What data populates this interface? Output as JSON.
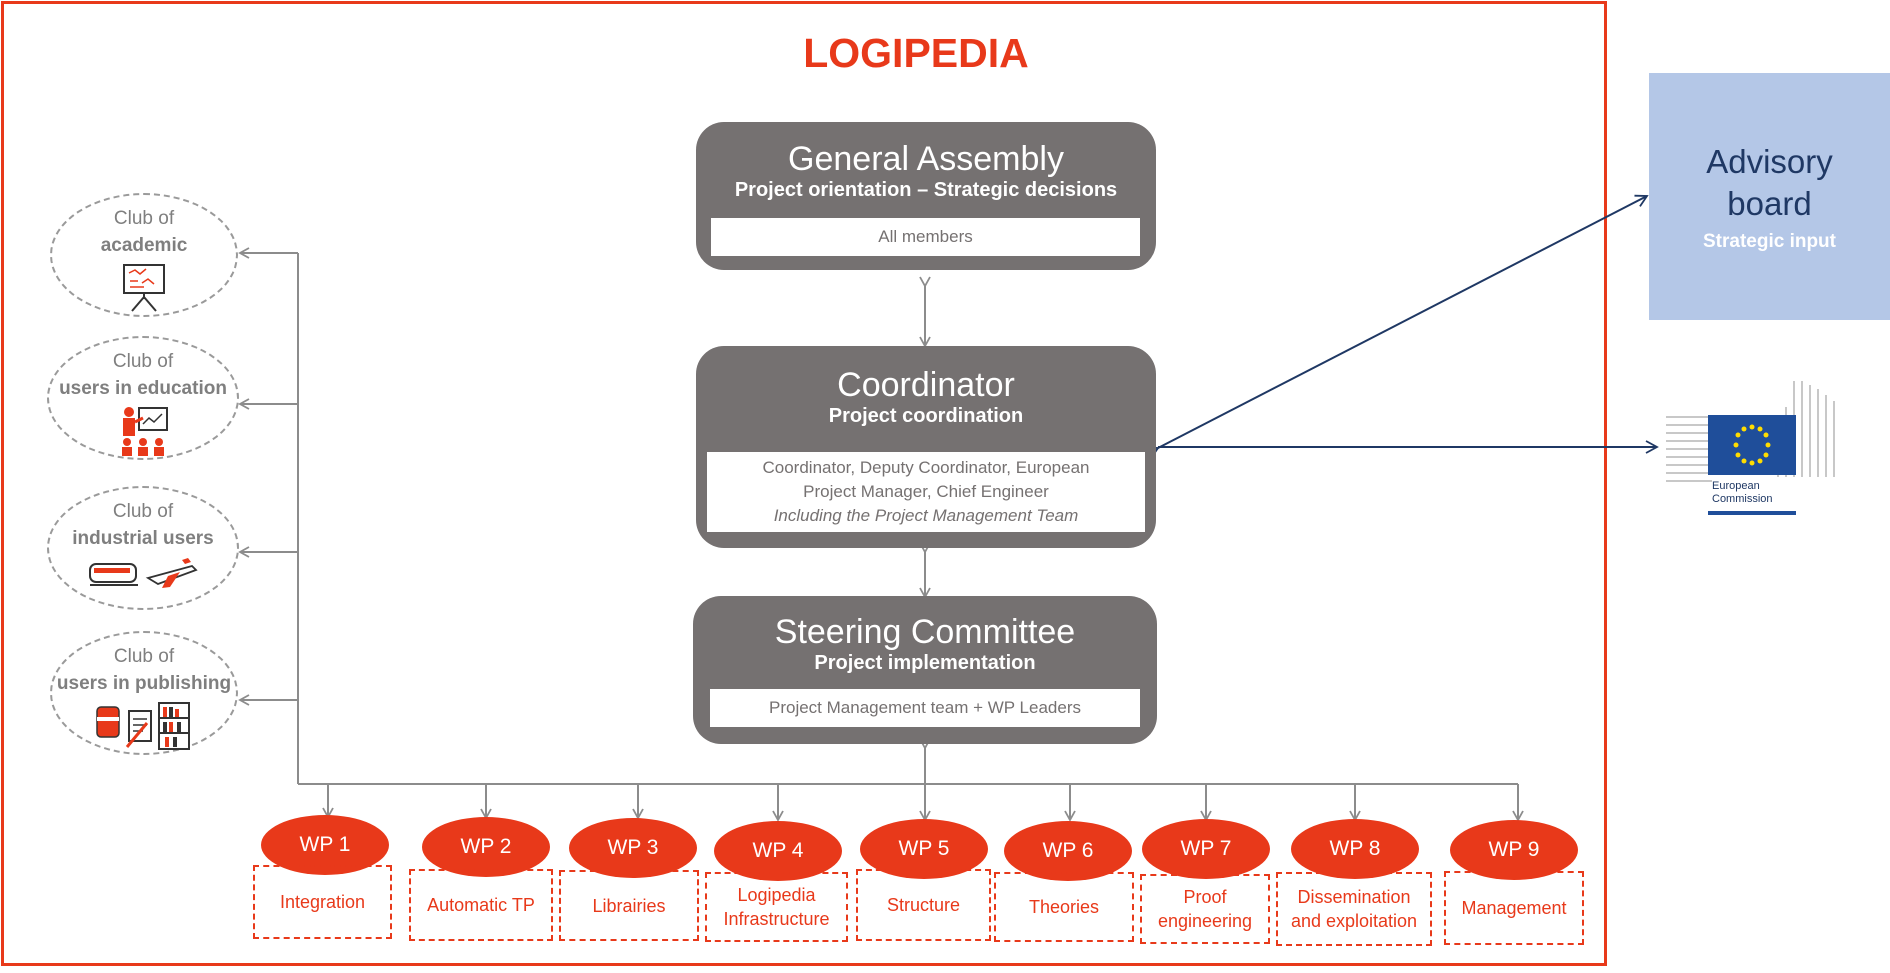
{
  "title": "LOGIPEDIA",
  "general_assembly": {
    "heading": "General Assembly",
    "subheading": "Project orientation – Strategic decisions",
    "members": "All members"
  },
  "coordinator": {
    "heading": "Coordinator",
    "subheading": "Project coordination",
    "line1": "Coordinator, Deputy Coordinator, European",
    "line2": "Project Manager, Chief Engineer",
    "line3": "Including the Project Management Team"
  },
  "steering": {
    "heading": "Steering Committee",
    "subheading": "Project implementation",
    "members": "Project Management team + WP Leaders"
  },
  "clubs": [
    {
      "line1": "Club of",
      "line2": "academic",
      "icon": "presentation-board-icon"
    },
    {
      "line1": "Club of",
      "line2": "users in education",
      "icon": "teacher-class-icon"
    },
    {
      "line1": "Club of",
      "line2": "industrial users",
      "icon": "train-plane-icon"
    },
    {
      "line1": "Club of",
      "line2": "users in publishing",
      "icon": "books-documents-icon"
    }
  ],
  "work_packages": [
    {
      "id": "WP 1",
      "label": "Integration"
    },
    {
      "id": "WP 2",
      "label": "Automatic TP"
    },
    {
      "id": "WP 3",
      "label": "Librairies"
    },
    {
      "id": "WP 4",
      "label": "Logipedia Infrastructure"
    },
    {
      "id": "WP 5",
      "label": "Structure"
    },
    {
      "id": "WP 6",
      "label": "Theories"
    },
    {
      "id": "WP 7",
      "label": "Proof engineering"
    },
    {
      "id": "WP 8",
      "label": "Dissemination and exploitation"
    },
    {
      "id": "WP 9",
      "label": "Management"
    }
  ],
  "advisory": {
    "title_line1": "Advisory",
    "title_line2": "board",
    "subtitle": "Strategic input"
  },
  "european_commission": {
    "line1": "European",
    "line2": "Commission",
    "icon": "eu-flag-icon"
  },
  "colors": {
    "red": "#e8391a",
    "gray_box": "#757171",
    "advisory_bg": "#b4c7e7",
    "navy": "#1f3864",
    "eu_blue": "#1f4e9a",
    "eu_star": "#ffdd00"
  }
}
